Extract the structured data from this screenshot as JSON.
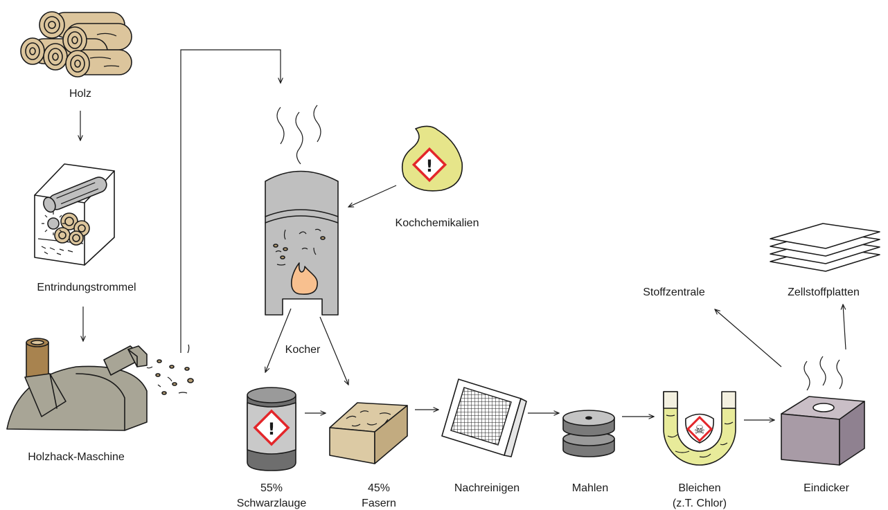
{
  "diagram": {
    "labels": {
      "holz": "Holz",
      "entrindung": "Entrindungstrommel",
      "holzhack": "Holzhack-Maschine",
      "kocher": "Kocher",
      "kochchemikalien": "Kochchemikalien",
      "schwarzlauge_pct": "55%",
      "schwarzlauge": "Schwarzlauge",
      "fasern_pct": "45%",
      "fasern": "Fasern",
      "nachreinigen": "Nachreinigen",
      "mahlen": "Mahlen",
      "bleichen": "Bleichen",
      "bleichen_note": "(z.T. Chlor)",
      "eindicker": "Eindicker",
      "stoffzentrale": "Stoffzentrale",
      "zellstoffplatten": "Zellstoffplatten"
    },
    "hazard_symbol": "!",
    "toxic_symbol": "☠",
    "colors": {
      "wood": "#dcc59c",
      "wood_dark": "#b79e74",
      "machine": "#a8a596",
      "kocher": "#bfbfbf",
      "flame": "#f8c08f",
      "chem_yellow": "#e6e58a",
      "hazard_red": "#e3262a",
      "fiber": "#dccaa4",
      "bleach": "#e8eb9a",
      "eindicker": "#a89ba6",
      "mahlen": "#8f8f8f"
    }
  }
}
